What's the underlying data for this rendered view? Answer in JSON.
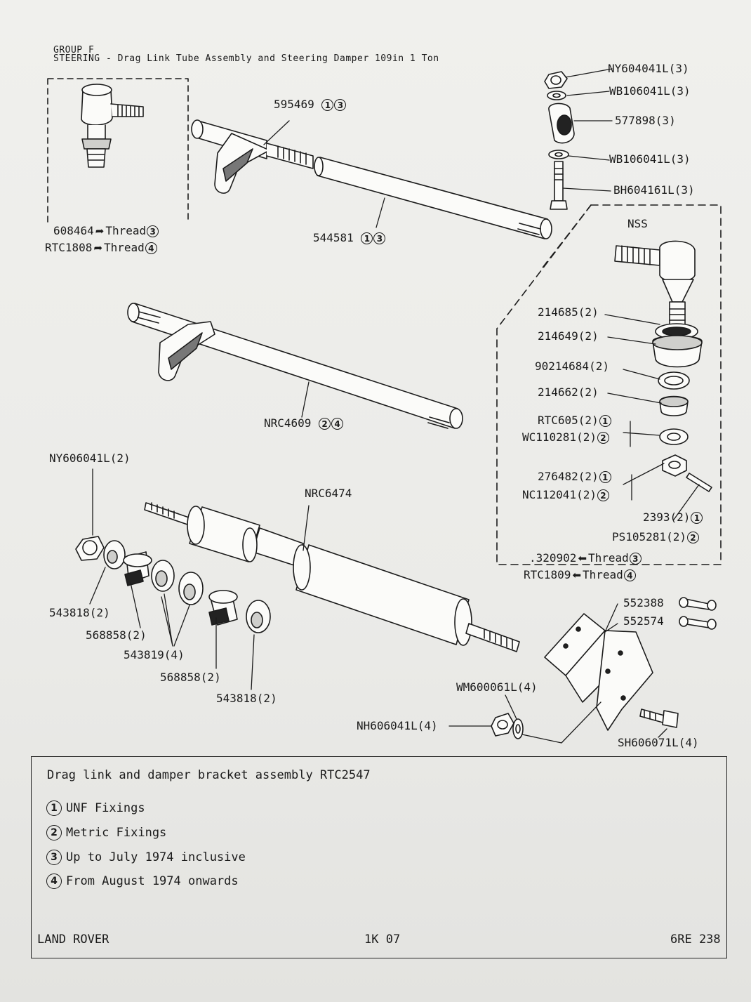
{
  "header": {
    "group": "GROUP F",
    "title": "STEERING - Drag Link Tube Assembly and Steering Damper 109in 1 Ton"
  },
  "labels": {
    "p608464": "608464",
    "p608464_thread": "Thread",
    "p608464_ref": "3",
    "rtc1808": "RTC1808",
    "rtc1808_thread": "Thread",
    "rtc1808_ref": "4",
    "p595469": "595469",
    "p595469_refs": [
      "1",
      "3"
    ],
    "p544581": "544581",
    "p544581_refs": [
      "1",
      "3"
    ],
    "ny604041l": "NY604041L(3)",
    "wb106041l_a": "WB106041L(3)",
    "p577898": "577898(3)",
    "wb106041l_b": "WB106041L(3)",
    "bh604161l": "BH604161L(3)",
    "nss": "NSS",
    "p214685": "214685(2)",
    "p214649": "214649(2)",
    "p90214684": "90214684(2)",
    "p214662": "214662(2)",
    "rtc605": "RTC605(2)",
    "rtc605_ref": "1",
    "wc110281": "WC110281(2)",
    "wc110281_ref": "2",
    "p276482": "276482(2)",
    "p276482_ref": "1",
    "nc112041": "NC112041(2)",
    "nc112041_ref": "2",
    "p2393": "2393(2)",
    "p2393_ref": "1",
    "ps105281": "PS105281(2)",
    "ps105281_ref": "2",
    "p320902": ".320902",
    "p320902_thread": "Thread",
    "p320902_ref": "3",
    "rtc1809": "RTC1809",
    "rtc1809_thread": "Thread",
    "rtc1809_ref": "4",
    "nrc4609": "NRC4609",
    "nrc4609_refs": [
      "2",
      "4"
    ],
    "ny606041l": "NY606041L(2)",
    "nrc6474": "NRC6474",
    "p543818_a": "543818(2)",
    "p568858_a": "568858(2)",
    "p543819": "543819(4)",
    "p568858_b": "568858(2)",
    "p543818_b": "543818(2)",
    "p552388": "552388",
    "p552574": "552574",
    "wm600061l": "WM600061L(4)",
    "nh606041l": "NH606041L(4)",
    "sh606071l": "SH606071L(4)"
  },
  "legend": {
    "title": "Drag link and damper bracket assembly RTC2547",
    "items": [
      {
        "num": "1",
        "text": "UNF Fixings"
      },
      {
        "num": "2",
        "text": "Metric Fixings"
      },
      {
        "num": "3",
        "text": "Up to July 1974 inclusive"
      },
      {
        "num": "4",
        "text": "From August 1974 onwards"
      }
    ]
  },
  "footer": {
    "left": "LAND ROVER",
    "center": "1K 07",
    "right": "6RE 238"
  },
  "icons": {
    "thread_right": "arrow-right-icon",
    "thread_left": "arrow-left-icon"
  }
}
